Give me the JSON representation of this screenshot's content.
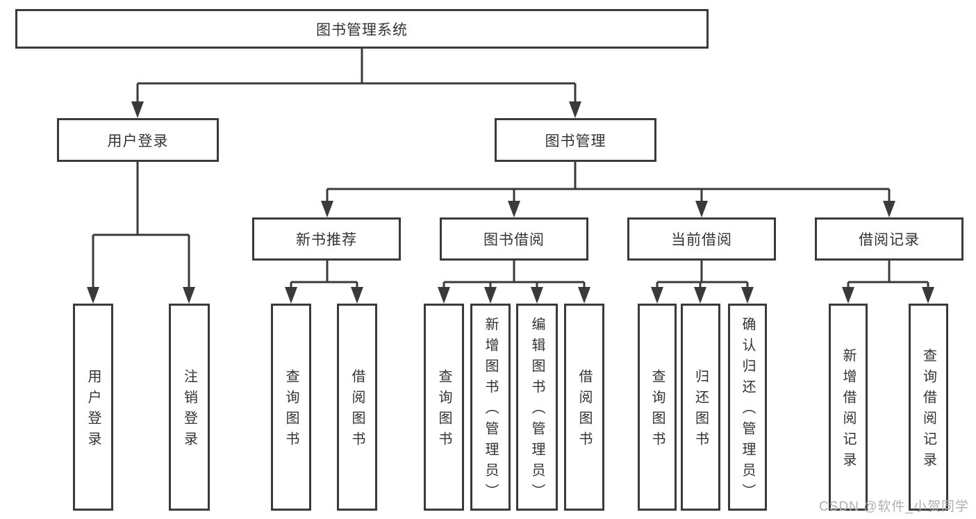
{
  "root": {
    "label": "图书管理系统"
  },
  "level2": [
    {
      "label": "用户登录",
      "leaves": [
        "用户登录",
        "注销登录"
      ]
    },
    {
      "label": "图书管理"
    }
  ],
  "level3": [
    {
      "label": "新书推荐",
      "leaves": [
        "查询图书",
        "借阅图书"
      ]
    },
    {
      "label": "图书借阅",
      "leaves": [
        "查询图书",
        "新增图书（管理员）",
        "编辑图书（管理员）",
        "借阅图书"
      ]
    },
    {
      "label": "当前借阅",
      "leaves": [
        "查询图书",
        "归还图书",
        "确认归还（管理员）"
      ]
    },
    {
      "label": "借阅记录",
      "leaves": [
        "新增借阅记录",
        "查询借阅记录"
      ]
    }
  ],
  "watermark": "CSDN @软件_小贺同学",
  "colors": {
    "line": "#3a3a3a",
    "text": "#333333",
    "watermark": "#b0b0b0"
  }
}
